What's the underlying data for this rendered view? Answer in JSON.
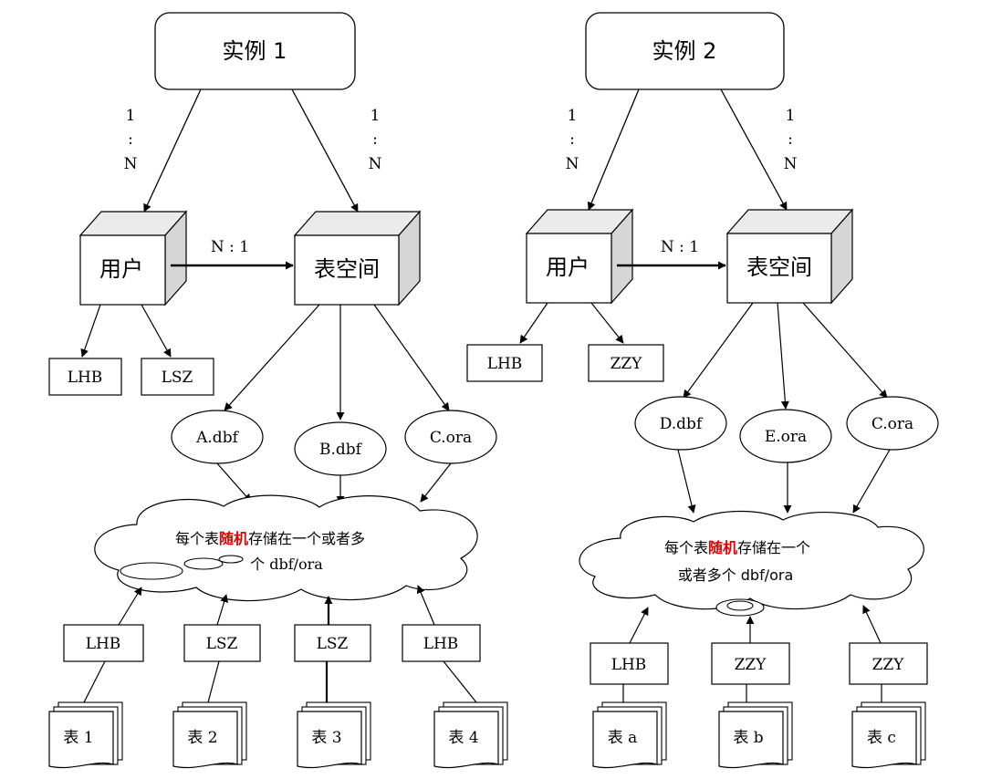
{
  "instances": [
    {
      "title": "实例 1",
      "ratio_left": [
        "1",
        ":",
        "N"
      ],
      "ratio_right": [
        "1",
        ":",
        "N"
      ],
      "user_label": "用户",
      "tablespace_label": "表空间",
      "user_tablespace_ratio": "N : 1",
      "users": [
        "LHB",
        "LSZ"
      ],
      "datafiles": [
        "A.dbf",
        "B.dbf",
        "C.ora"
      ],
      "cloud_text": {
        "line1_pre": "每个表",
        "line1_hl": "随机",
        "line1_post": "存储在一个或者多",
        "line2": "个 dbf/ora"
      },
      "owners": [
        "LHB",
        "LSZ",
        "LSZ",
        "LHB"
      ],
      "tables": [
        "表 1",
        "表 2",
        "表 3",
        "表 4"
      ]
    },
    {
      "title": "实例 2",
      "ratio_left": [
        "1",
        ":",
        "N"
      ],
      "ratio_right": [
        "1",
        ":",
        "N"
      ],
      "user_label": "用户",
      "tablespace_label": "表空间",
      "user_tablespace_ratio": "N : 1",
      "users": [
        "LHB",
        "ZZY"
      ],
      "datafiles": [
        "D.dbf",
        "E.ora",
        "C.ora"
      ],
      "cloud_text": {
        "line1_pre": "每个表",
        "line1_hl": "随机",
        "line1_post": "存储在一个",
        "line2": "或者多个 dbf/ora"
      },
      "owners": [
        "LHB",
        "ZZY",
        "ZZY"
      ],
      "tables": [
        "表 a",
        "表 b",
        "表 c"
      ]
    }
  ],
  "colors": {
    "stroke": "#000000",
    "cube_side": "#d6d6d6",
    "cube_top": "#ebebeb",
    "highlight": "#e00000"
  }
}
